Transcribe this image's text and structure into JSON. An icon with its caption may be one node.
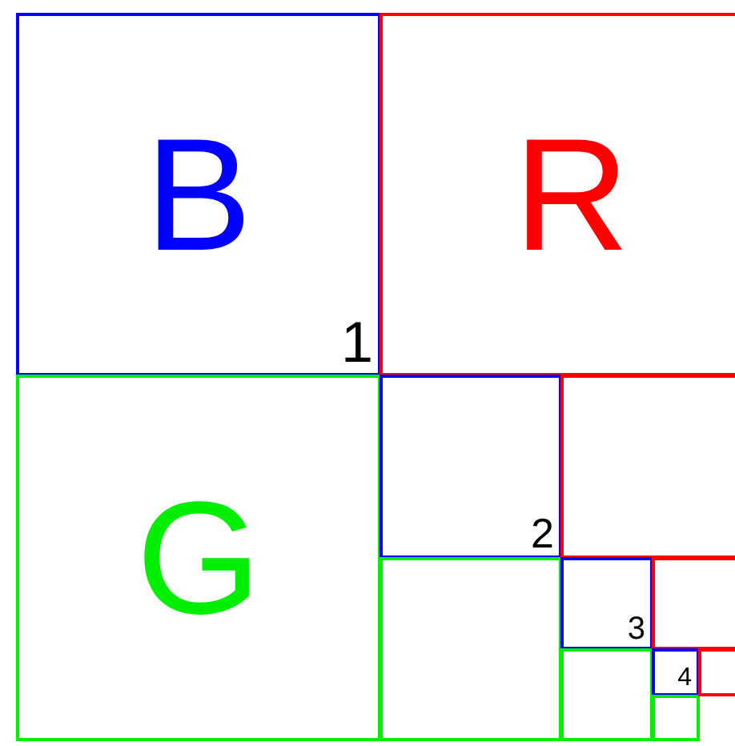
{
  "diagram": {
    "nodes": [
      {
        "text": [
          "B",
          "1"
        ]
      },
      {
        "text": [
          "R"
        ]
      },
      {
        "text": [
          "G"
        ]
      },
      {
        "text": [
          "2"
        ]
      },
      {
        "text": [],
        "shape": "box"
      },
      {
        "text": [],
        "shape": "box"
      },
      {
        "text": [
          "3"
        ]
      },
      {
        "text": [],
        "shape": "box"
      },
      {
        "text": [],
        "shape": "box"
      },
      {
        "text": [
          "4"
        ]
      },
      {
        "text": [],
        "shape": "box"
      },
      {
        "text": [],
        "shape": "box"
      }
    ]
  }
}
